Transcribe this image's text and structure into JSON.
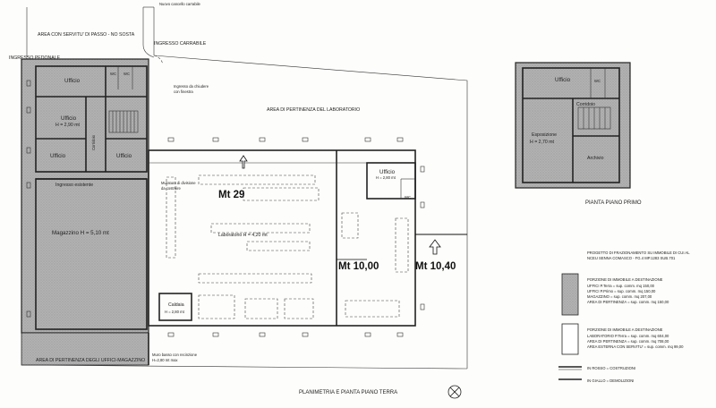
{
  "labels": {
    "nuovo_cancello": "Nuovo cancello carrabile",
    "area_servitu": "AREA CON SERVITU' DI PASSO - NO SOSTA",
    "ingresso_carrabile": "INGRESSO CARRABILE",
    "ingresso_pedonale": "INGRESSO PEDONALE",
    "ufficio_top": "Ufficio",
    "wc1": "WC",
    "wc2": "WC",
    "ingresso_chiudere": "Ingresso da chiudere\ncon finestra",
    "ufficio_h": "Ufficio\nH = 2,90 mt",
    "corridoio": "Corridoio",
    "ufficio_left": "Ufficio",
    "ufficio_right": "Ufficio",
    "area_pertinenza_lab": "AREA DI PERTINENZA DEL LABORATORIO",
    "muratura": "Muratura di divisione\nda costruire",
    "ingresso_esistente": "Ingresso esistente",
    "magazzino": "Magazzino H = 5,10 mt",
    "laboratorio": "Laboratorio H = 4,20 mt",
    "ufficio_lab": "Ufficio",
    "ufficio_lab_h": "H = 2,80 mt",
    "wc_lab": "WC",
    "caldaia": "Caldaia",
    "caldaia_h": "H = 2,80 mt",
    "muro_basso": "Muro basso con recinzione\nH=2,80 mt max",
    "area_pertinenza_uffici": "AREA DI PERTINENZA DEGLI UFFICI-MAGAZZINO",
    "planimetria": "PLANIMETRIA E PIANTA PIANO TERRA",
    "pf_ufficio": "Ufficio",
    "pf_wc": "WC",
    "pf_corridoio": "Corridoio",
    "pf_esposizione": "Esposizione\nH = 2,70 mt",
    "pf_archivio": "Archivio",
    "pianta_primo": "PIANTA PIANO PRIMO"
  },
  "measures": {
    "mt29": "Mt 29",
    "mt1000": "Mt 10,00",
    "mt1040": "Mt 10,40"
  },
  "legend": {
    "title_line1": "PROGETTO DI FRAZIONAMENTO SU IMMOBILE DI CUI AL",
    "title_line2": "NCEU SENNA COMASCO - FG.4 MP.1283 SUB.701",
    "block1_title": "PORZIONE DI IMMOBILE A DESTINAZIONE",
    "block1_lines": [
      "UFFICI P.Terra = sup. comm. mq 150,00",
      "UFFICI P.Primo = sup. comm. mq 150,00",
      "MAGAZZINO = sup. comm. mq 207,00",
      "AREA DI PERTINENZA = sup. comm. mq 150,00"
    ],
    "block2_title": "PORZIONE DI IMMOBILE A DESTINAZIONE",
    "block2_lines": [
      "LABORATORIO P.Terra = sup. comm. mq 604,00",
      "AREA DI PERTINENZA = sup. comm. mq 708,00",
      "AREA ESTERNA CON SERVITU' = sup. comm. mq 99,00"
    ],
    "rosso": "IN ROSSO = COSTRUZIONI",
    "giallo": "IN GIALLO = DEMOLIZIONI"
  },
  "colors": {
    "hatch": "#a9a9a9",
    "line": "#222222"
  }
}
